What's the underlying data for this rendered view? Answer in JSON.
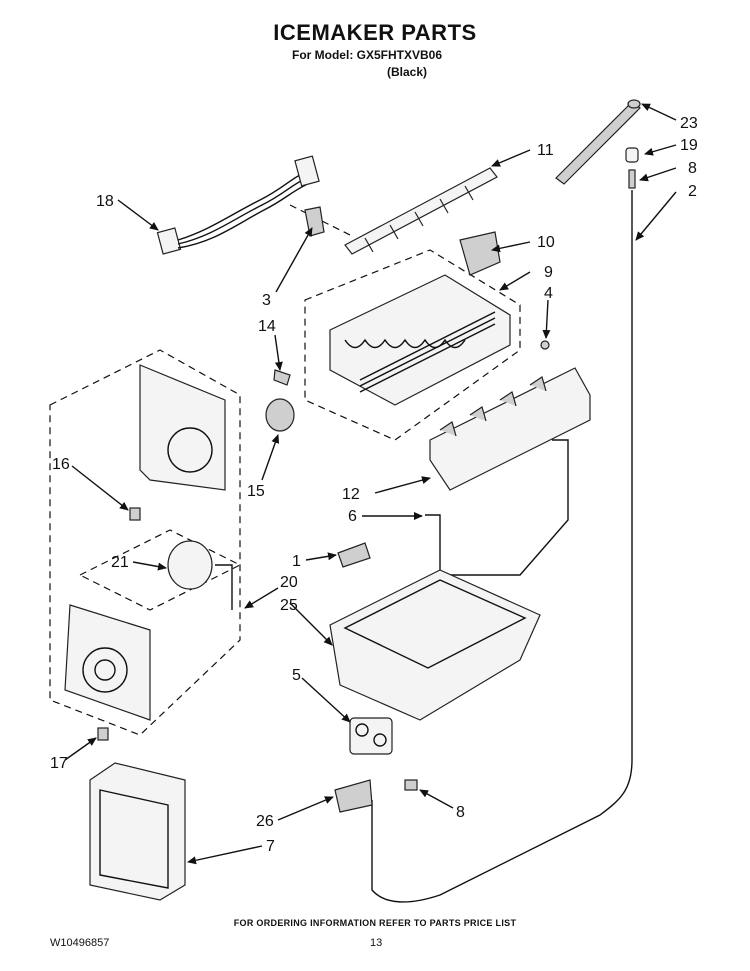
{
  "header": {
    "title": "ICEMAKER PARTS",
    "model": "For Model: GX5FHTXVB06",
    "color": "(Black)"
  },
  "callouts": [
    "23",
    "19",
    "8",
    "2",
    "11",
    "18",
    "10",
    "9",
    "4",
    "3",
    "14",
    "16",
    "15",
    "12",
    "6",
    "1",
    "21",
    "20",
    "25",
    "5",
    "17",
    "8",
    "26",
    "7"
  ],
  "footer": {
    "ordering_note": "FOR ORDERING INFORMATION REFER TO PARTS PRICE LIST",
    "document_number": "W10496857",
    "page_number": "13"
  }
}
